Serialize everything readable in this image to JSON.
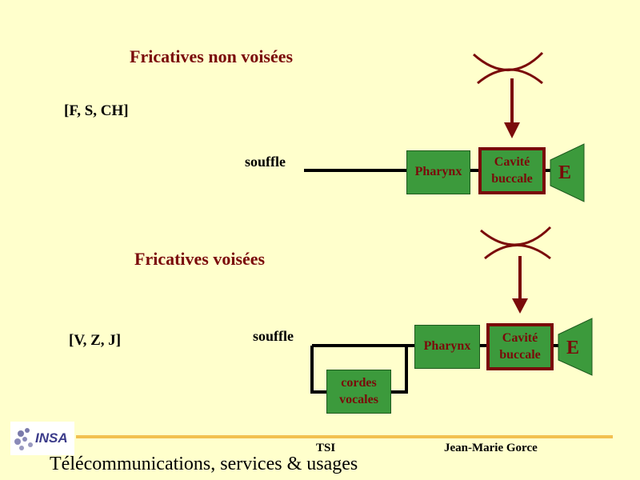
{
  "section1": {
    "title": "Fricatives non voisées",
    "examples": "[F, S, CH]",
    "source_label": "souffle",
    "pharynx_label": "Pharynx",
    "cavity_line1": "Cavité",
    "cavity_line2": "buccale",
    "output_label": "E"
  },
  "section2": {
    "title": "Fricatives voisées",
    "examples": "[V, Z, J]",
    "source_label": "souffle",
    "pharynx_label": "Pharynx",
    "cavity_line1": "Cavité",
    "cavity_line2": "buccale",
    "output_label": "E",
    "cords_line1": "cordes",
    "cords_line2": "vocales"
  },
  "footer": {
    "logo_text": "INSA",
    "course": "TSI",
    "author": "Jean-Marie Gorce",
    "subtitle": "Télécommunications, services & usages"
  },
  "colors": {
    "background": "#ffffcc",
    "dark_red": "#7a0a0a",
    "green": "#3c9a3c",
    "footer_rule": "#f2c050"
  }
}
